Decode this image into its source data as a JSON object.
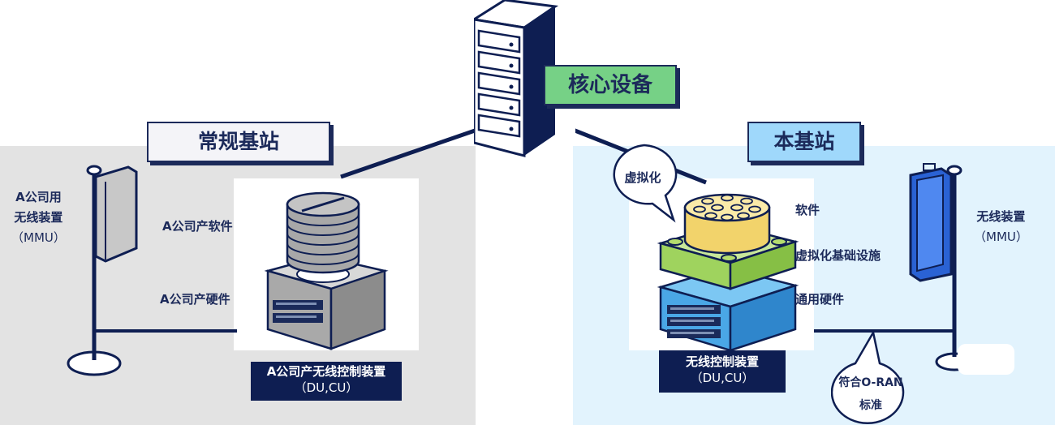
{
  "core": {
    "label": "核心设备"
  },
  "conventional": {
    "title": "常规基站",
    "mmu_line1": "A公司用",
    "mmu_line2": "无线装置",
    "mmu_line3": "（MMU）",
    "software": "A公司产软件",
    "hardware": "A公司产硬件",
    "controller_line1": "A公司产无线控制装置",
    "controller_line2": "（DU,CU）"
  },
  "this_station": {
    "title": "本基站",
    "virtualization_bubble": "虚拟化",
    "software": "软件",
    "infrastructure": "虚拟化基础设施",
    "hardware": "通用硬件",
    "controller_line1": "无线控制装置",
    "controller_line2": "（DU,CU）",
    "mmu_line1": "无线装置",
    "mmu_line2": "（MMU）",
    "oran_line1": "符合O-RAN",
    "oran_line2": "标准"
  },
  "colors": {
    "navy": "#0e1e52",
    "conventional_bg": "#e3e3e3",
    "this_station_bg": "#e2f3fd",
    "core_label_bg": "#76d186",
    "this_station_title_bg": "#9fd8fb",
    "software_block": "#f7e08a",
    "infrastructure_block": "#b4dd6e",
    "hardware_block": "#5cb6ee"
  }
}
